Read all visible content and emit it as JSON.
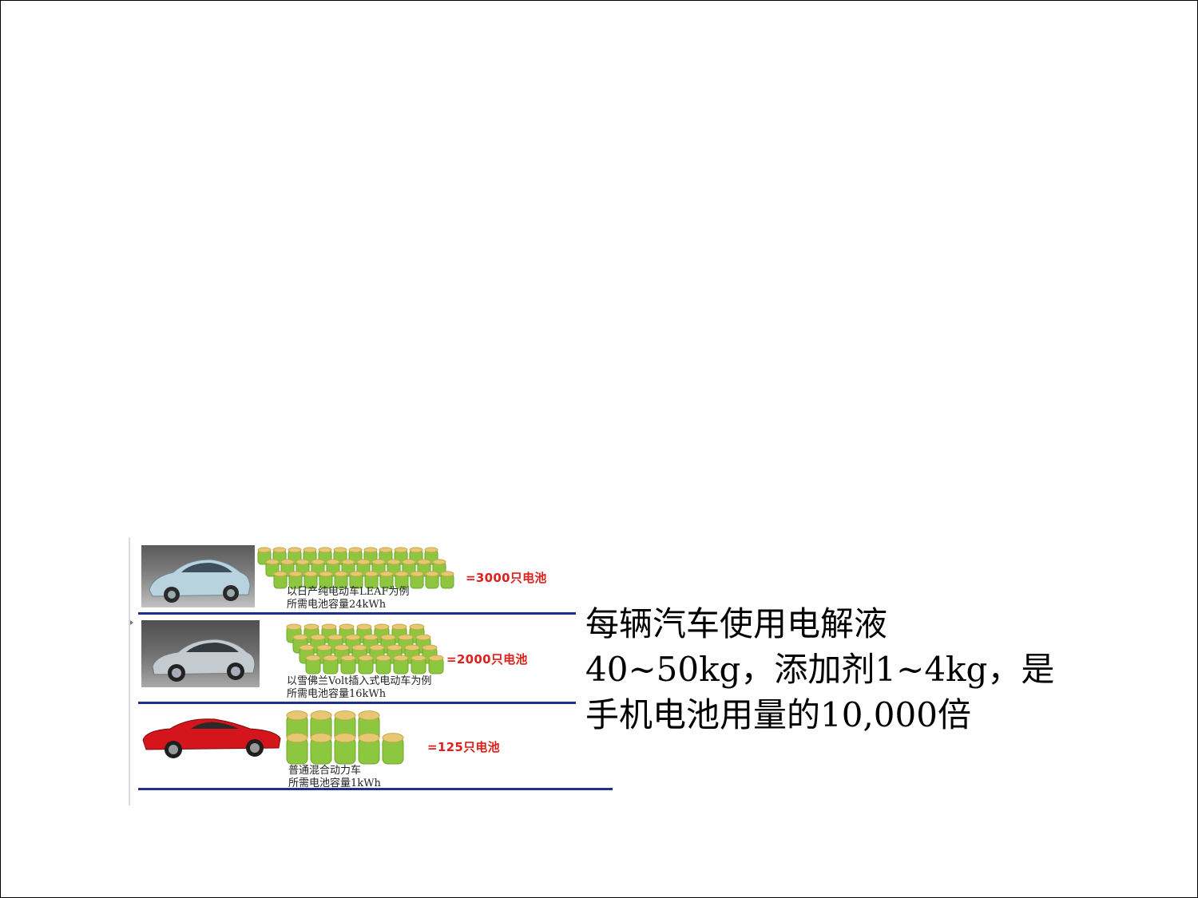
{
  "figure": {
    "rows": [
      {
        "count_label": "=3000只电池",
        "caption_line1": "以日产纯电动车LEAF为例",
        "caption_line2": "所需电池容量24kWh",
        "car_color": "#b9d3de"
      },
      {
        "count_label": "=2000只电池",
        "caption_line1": "以雪佛兰Volt插入式电动车为例",
        "caption_line2": "所需电池容量16kWh",
        "car_color": "#c4cbd0"
      },
      {
        "count_label": "=125只电池",
        "caption_line1": "普通混合动力车",
        "caption_line2": "所需电池容量1kWh",
        "car_color": "#d4151c"
      }
    ]
  },
  "text": {
    "line1": "每辆汽车使用电解液",
    "line2": "40~50kg，添加剂1~4kg，是",
    "line3": "手机电池用量的10,000倍"
  },
  "colors": {
    "count_red": "#e0201b",
    "separator_blue": "#1f2f8a",
    "battery_green": "#8dc63f",
    "battery_cap": "#e6c874"
  }
}
